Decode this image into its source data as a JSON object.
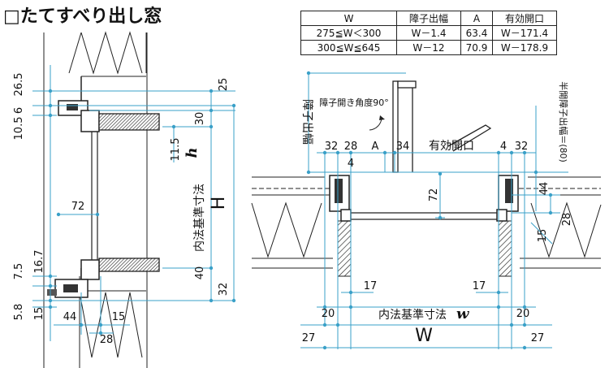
{
  "title": "□たてすべり出し窓",
  "table": {
    "headers": [
      "W",
      "障子出幅",
      "A",
      "有効開口"
    ],
    "rows": [
      [
        "275≦W＜300",
        "W－1.4",
        "63.4",
        "W－171.4"
      ],
      [
        "300≦W≦645",
        "W－12",
        "70.9",
        "W－178.9"
      ]
    ]
  },
  "section": {
    "left_dims": [
      "26.5",
      "6",
      "10.5",
      "16.7",
      "7.5",
      "5.8",
      "15"
    ],
    "right_dims": [
      "25",
      "30",
      "40",
      "32"
    ],
    "dim_11_5": "11.5",
    "dim_72": "72",
    "height_label": "H",
    "inner_label": "内法基準寸法",
    "inner_var": "h",
    "bottom_dims": [
      "44",
      "15",
      "28"
    ]
  },
  "plan": {
    "top_dims": [
      "32",
      "28",
      "A",
      "34",
      "4",
      "32"
    ],
    "effective_label": "有効開口",
    "dim_4_left": "4",
    "sash_projection_label": "障子出幅",
    "open_angle_label": "障子開き角度90°",
    "half_projection_label": "半開障子出幅＝(80)",
    "dim_72": "72",
    "right_dims": [
      "44",
      "28",
      "15"
    ],
    "dims_17": [
      "17",
      "17"
    ],
    "dims_20": [
      "20",
      "20"
    ],
    "dims_27": [
      "27",
      "27"
    ],
    "inner_label": "内法基準寸法",
    "inner_var": "w",
    "width_label": "W"
  },
  "colors": {
    "dim_line": "#3aa0c8",
    "ink": "#111111"
  }
}
